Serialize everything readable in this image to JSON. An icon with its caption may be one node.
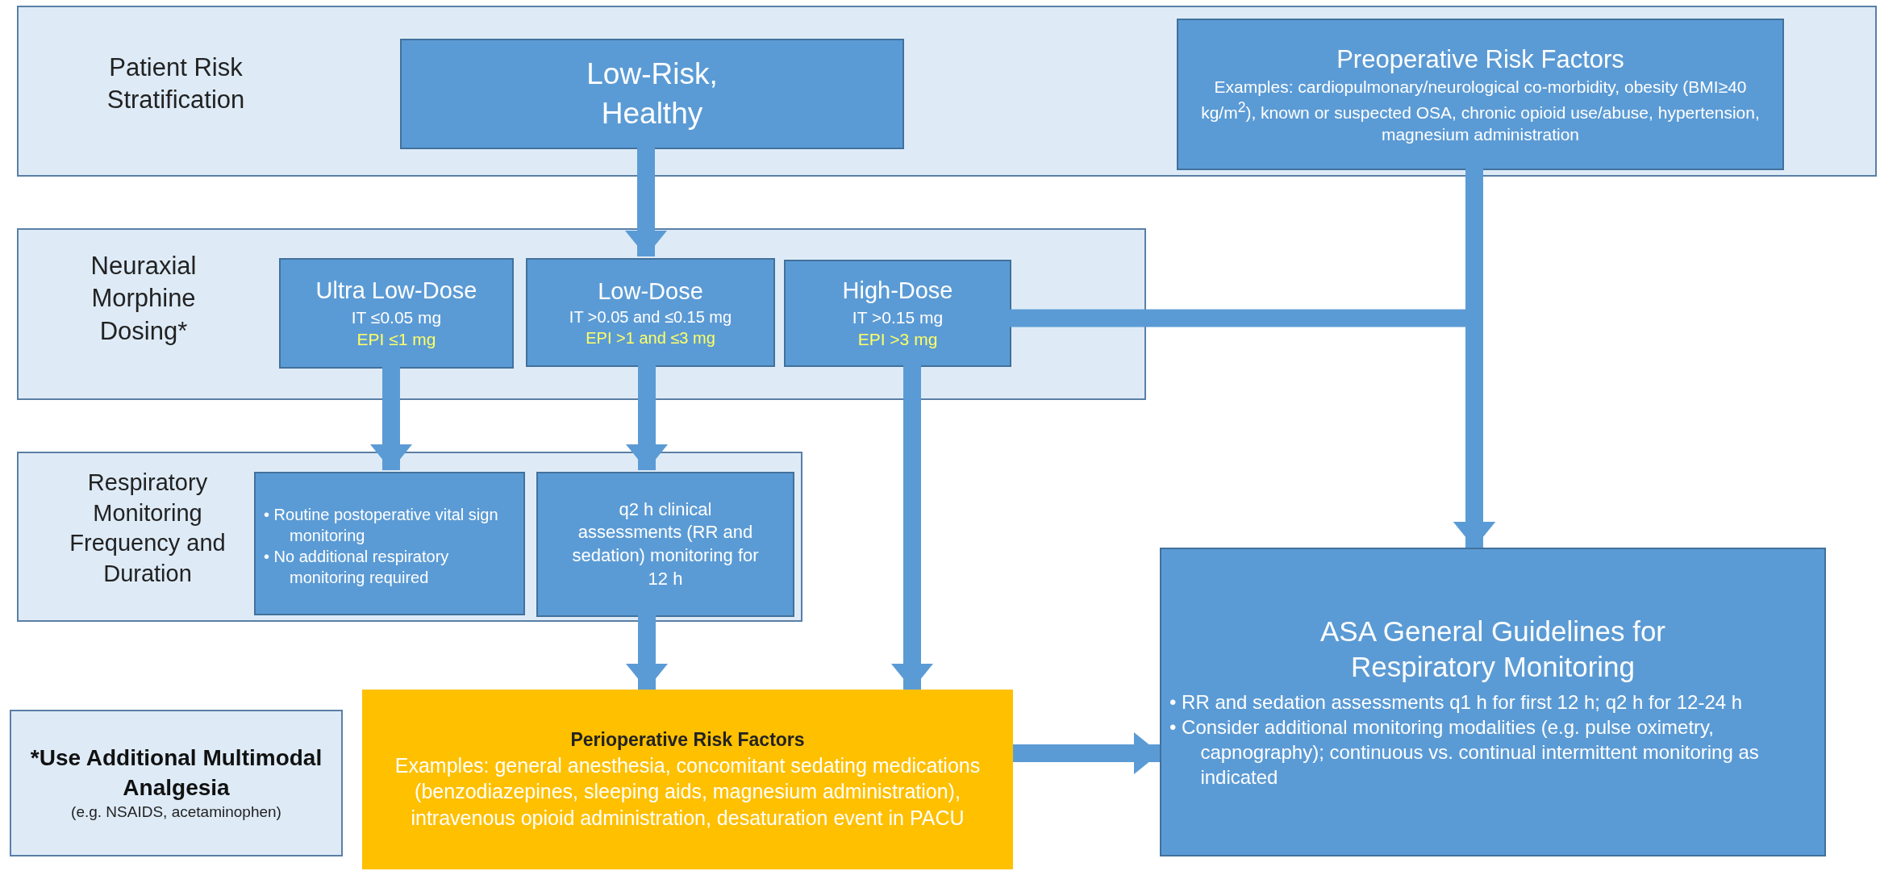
{
  "diagram": {
    "nodes": [
      {
        "text": [
          "Patient Risk Stratification"
        ]
      },
      {
        "text": [
          "Low-Risk, Healthy"
        ],
        "in": 0
      },
      {
        "text": [
          "Preoperative Risk Factors",
          "Examples: cardiopulmonary/neurological co-morbidity, obesity (BMI≥40 kg/m$^{2}$), known or suspected OSA, chronic opioid use/abuse, hypertension, magnesium administration"
        ],
        "in": 0
      },
      {
        "text": [
          "Neuraxial Morphine Dosing*"
        ]
      },
      {
        "text": [
          "Ultra Low-Dose",
          "IT ≤0.05 mg",
          "EPI ≤1 mg"
        ],
        "in": 3
      },
      {
        "text": [
          "Low-Dose",
          "IT >0.05 and ≤0.15 mg",
          "EPI >1 and ≤3 mg"
        ],
        "in": 3
      },
      {
        "text": [
          "High-Dose",
          "IT >0.15 mg",
          "EPI >3 mg"
        ],
        "in": 3
      },
      {
        "text": [
          "Respiratory Monitoring Frequency and Duration"
        ]
      },
      {
        "text": [
          "• Routine postoperative vital sign monitoring",
          "• No additional respiratory monitoring required"
        ],
        "in": 7
      },
      {
        "text": [
          "q2 h clinical assessments (RR and sedation) monitoring for 12 h"
        ],
        "in": 7
      },
      {
        "text": [
          "Perioperative Risk Factors",
          "Examples: general anesthesia, concomitant sedating medications (benzodiazepines, sleeping aids, magnesium administration), intravenous opioid administration, desaturation event in PACU"
        ]
      },
      {
        "text": [
          "*Use Additional Multimodal Analgesia",
          "(e.g. NSAIDS, acetaminophen)"
        ]
      },
      {
        "text": [
          "ASA General Guidelines for Respiratory Monitoring",
          "• RR and sedation assessments q1 h for first 12 h; q2 h for 12-24 h",
          "• Consider additional monitoring modalities (e.g. pulse oximetry, capnography); continuous vs. continual intermittent monitoring as indicated"
        ]
      }
    ],
    "edges": [
      {
        "from": 1,
        "to": 5,
        "arrow": "to"
      },
      {
        "from": 4,
        "to": 8,
        "arrow": "to"
      },
      {
        "from": 5,
        "to": 9,
        "arrow": "to"
      },
      {
        "from": 9,
        "to": 10,
        "arrow": "to"
      },
      {
        "from": 6,
        "to": 10,
        "arrow": "to"
      },
      {
        "from": 6,
        "to": 12,
        "arrow": "to"
      },
      {
        "from": 2,
        "to": 12,
        "arrow": "to"
      },
      {
        "from": 10,
        "to": 12,
        "arrow": "to"
      }
    ]
  }
}
